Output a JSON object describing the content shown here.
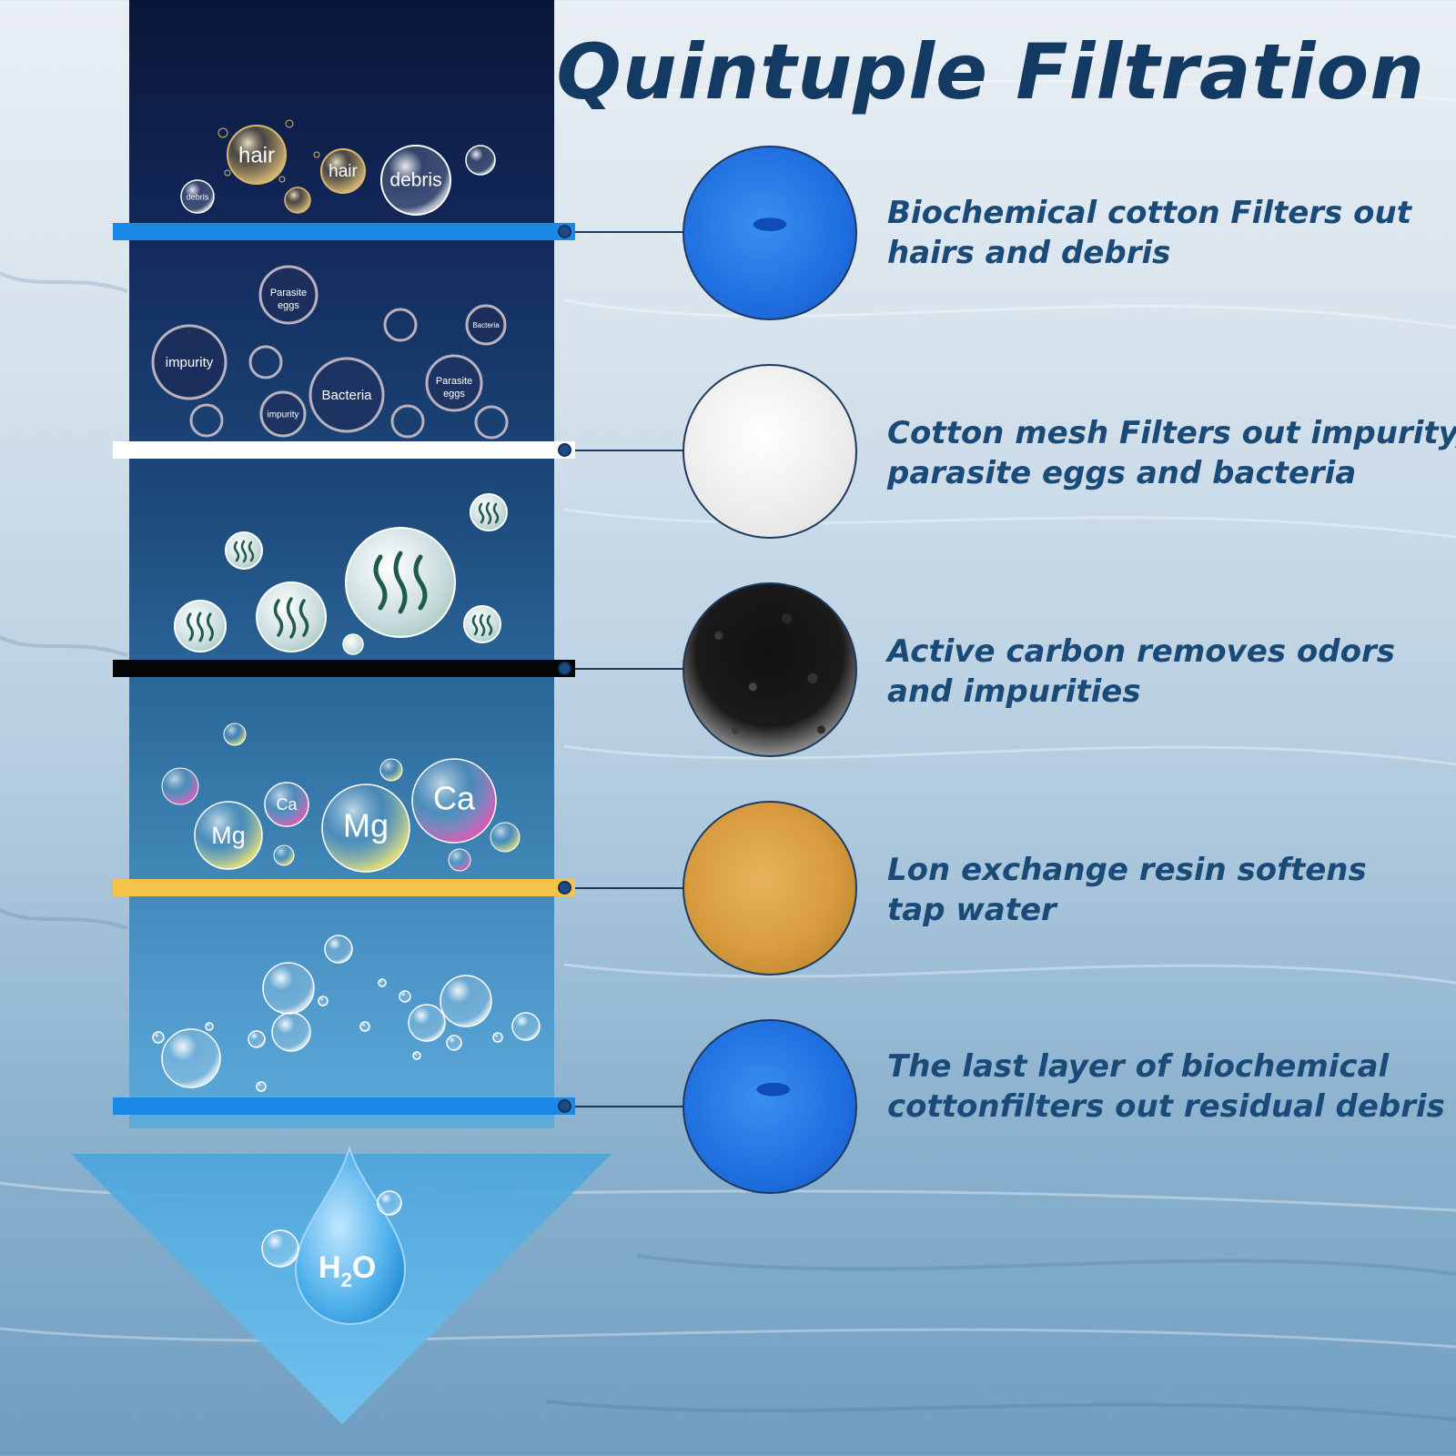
{
  "title": "Quintuple Filtration",
  "colors": {
    "title": "#133a63",
    "text": "#1a4a78",
    "bar_blue": "#1b88e8",
    "bar_white": "#ffffff",
    "bar_black": "#050505",
    "bar_yellow": "#f5c24a"
  },
  "layers": [
    {
      "name": "biochemical-cotton-top",
      "bar_color": "#1b88e8",
      "material": "blue-sponge",
      "lines": [
        "Biochemical cotton Filters out",
        "hairs and debris"
      ],
      "bubbles": [
        "hair",
        "hair",
        "debris",
        "debris"
      ]
    },
    {
      "name": "cotton-mesh",
      "bar_color": "#ffffff",
      "material": "white-fiber",
      "lines": [
        "Cotton mesh Filters out impurity,",
        "parasite eggs and bacteria"
      ],
      "bubbles": [
        "Parasite eggs",
        "impurity",
        "Bacteria",
        "Parasite eggs",
        "Bacteria",
        "impurity"
      ]
    },
    {
      "name": "active-carbon",
      "bar_color": "#050505",
      "material": "carbon-granules",
      "lines": [
        "Active carbon removes odors",
        "and impurities"
      ],
      "bubbles": [
        "odor-icon",
        "odor-icon",
        "odor-icon",
        "odor-icon",
        "odor-icon",
        "odor-icon"
      ]
    },
    {
      "name": "ion-exchange-resin",
      "bar_color": "#f5c24a",
      "material": "resin-beads",
      "lines": [
        "Lon exchange resin softens",
        "tap water"
      ],
      "bubbles": [
        "Ca",
        "Mg",
        "Mg",
        "Ca"
      ]
    },
    {
      "name": "biochemical-cotton-bottom",
      "bar_color": "#1b88e8",
      "material": "blue-sponge",
      "lines": [
        "The last layer of biochemical",
        "cottonfilters out residual debris"
      ],
      "bubbles": []
    }
  ],
  "output": {
    "label_main": "H",
    "label_sub": "2",
    "label_end": "O"
  }
}
